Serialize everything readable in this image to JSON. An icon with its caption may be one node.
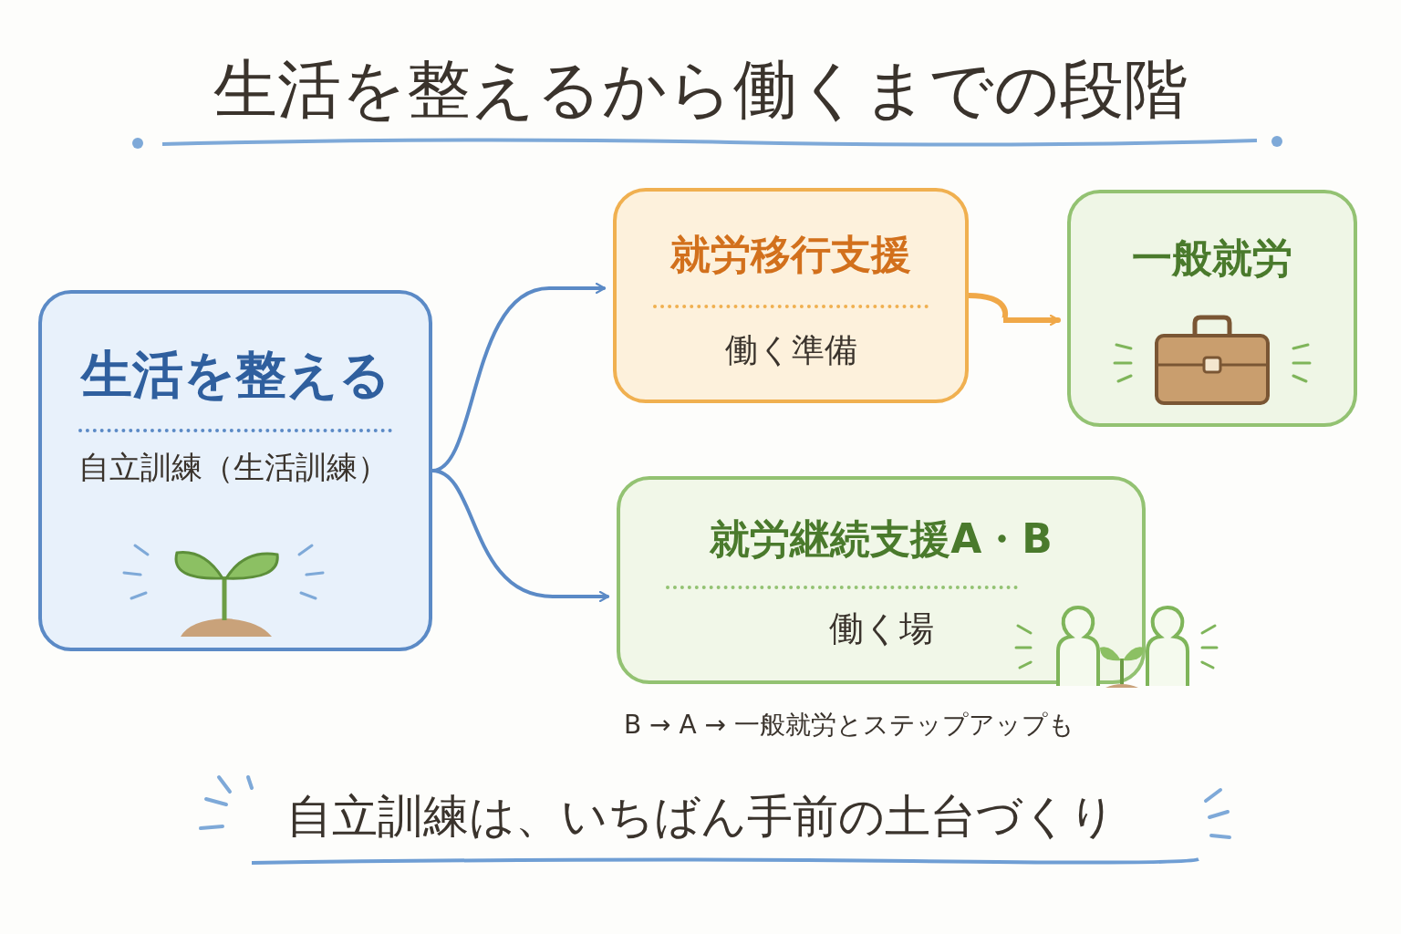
{
  "diagram": {
    "title": "生活を整えるから働くまでの段階",
    "caption": "自立訓練は、いちばん手前の土台づくり",
    "nodes": [
      {
        "text": [
          "生活を整える",
          "自立訓練（生活訓練）"
        ]
      },
      {
        "text": [
          "就労移行支援",
          "働く準備"
        ]
      },
      {
        "text": [
          "一般就労"
        ]
      },
      {
        "text": [
          "就労継続支援A・B",
          "働く場"
        ],
        "beside": [
          "B → A → 一般就労とステップアップも"
        ]
      }
    ],
    "edges": [
      {
        "from": 0,
        "to": 1,
        "arrow": "to"
      },
      {
        "from": 0,
        "to": 3,
        "arrow": "to"
      },
      {
        "from": 1,
        "to": 2,
        "arrow": "to",
        "color": "#f0a848"
      }
    ]
  }
}
